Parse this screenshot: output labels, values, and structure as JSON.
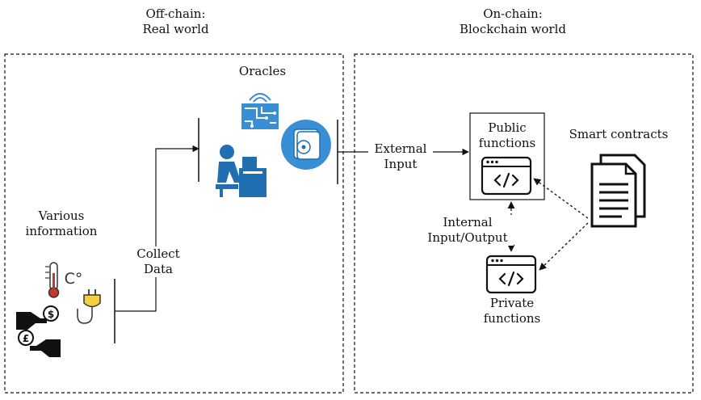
{
  "headers": {
    "offchain": "Off-chain:\nReal world",
    "onchain": "On-chain:\nBlockchain world"
  },
  "labels": {
    "oracles": "Oracles",
    "various_information": "Various\ninformation",
    "collect_data": "Collect\nData",
    "external_input": "External\nInput",
    "public_functions": "Public\nfunctions",
    "smart_contracts": "Smart contracts",
    "internal_io": "Internal\nInput/Output",
    "private_functions": "Private\nfunctions",
    "temp_unit": "C°"
  },
  "icons": [
    "thermometer-icon",
    "plug-icon",
    "dollar-hand-icon",
    "pound-hand-icon",
    "circuit-icon",
    "worker-at-desk-icon",
    "disc-icon",
    "code-window-icon",
    "documents-icon"
  ],
  "colors": {
    "accent_blue": "#1f6fb2",
    "light_blue": "#3a8fd4",
    "line": "#111111",
    "thermo_red": "#c0392b"
  }
}
